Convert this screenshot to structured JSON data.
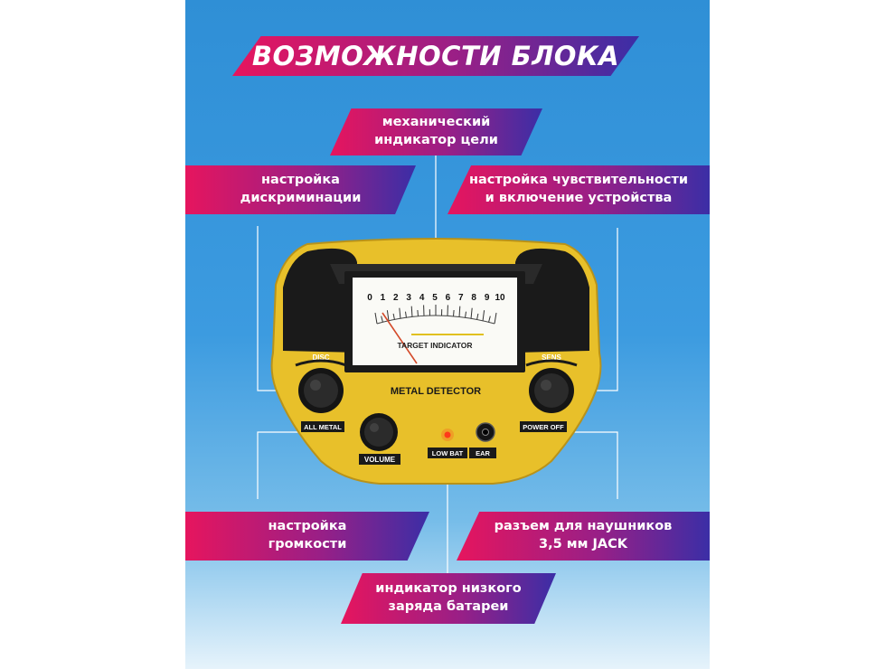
{
  "title": "ВОЗМОЖНОСТИ БЛОКА",
  "callouts": {
    "target": [
      "механический",
      "индикатор цели"
    ],
    "disc": [
      "настройка",
      "дискриминации"
    ],
    "sens": [
      "настройка чувствительности",
      "и включение устройства"
    ],
    "volume": [
      "настройка",
      "громкости"
    ],
    "jack": [
      "разъем для наушников",
      "3,5 мм JACK"
    ],
    "battery": [
      "индикатор низкого",
      "заряда батареи"
    ]
  },
  "device": {
    "meter_scale": [
      "0",
      "1",
      "2",
      "3",
      "4",
      "5",
      "6",
      "7",
      "8",
      "9",
      "10"
    ],
    "meter_label": "TARGET INDICATOR",
    "brand": "METAL DETECTOR",
    "disc_label": "DISC",
    "all_metal_label": "ALL METAL",
    "sens_label": "SENS",
    "power_off_label": "POWER OFF",
    "volume_label": "VOLUME",
    "lowbat_label": "LOW BAT",
    "ear_label": "EAR"
  },
  "colors": {
    "body_yellow": "#e8c02a",
    "body_black": "#1a1a1a",
    "banner_pink": "#e6155e",
    "banner_blue": "#3b2ea6",
    "led_red": "#ff3a1a"
  }
}
